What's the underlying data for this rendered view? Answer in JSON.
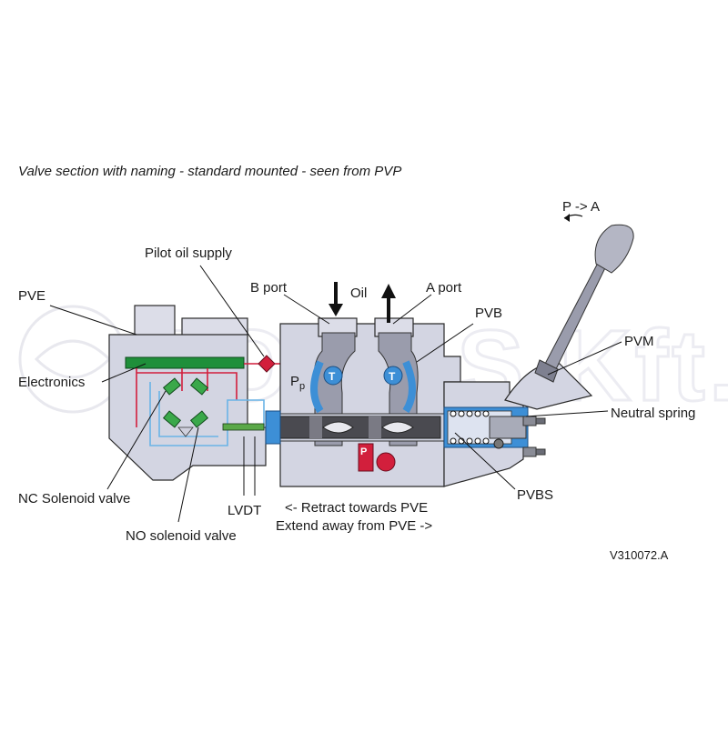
{
  "title": "Valve section with naming - standard mounted - seen from PVP",
  "direction_label": "P -> A",
  "labels": {
    "pilot_oil_supply": "Pilot oil supply",
    "b_port": "B port",
    "oil": "Oil",
    "a_port": "A port",
    "pve": "PVE",
    "pvb": "PVB",
    "pvm": "PVM",
    "electronics": "Electronics",
    "neutral_spring": "Neutral spring",
    "nc_solenoid_valve": "NC Solenoid valve",
    "lvdt": "LVDT",
    "no_solenoid_valve": "NO solenoid valve",
    "pvbs": "PVBS",
    "pp_main": "P",
    "pp_sub": "p",
    "tank_t": "T",
    "pressure_p": "P"
  },
  "motion": {
    "retract": "<- Retract towards PVE",
    "extend": "Extend away from PVE ->"
  },
  "reference_code": "V310072.A",
  "watermark": "ROMAS Kft.",
  "colors": {
    "pilot_line": "#d21f3c",
    "return_line": "#6ab4e6",
    "electronics_board": "#1f8f3a",
    "solenoid": "#3aa84a",
    "tank_channel": "#3d8fd6",
    "housing": "#d3d5e2",
    "spool": "#4a4a50"
  }
}
